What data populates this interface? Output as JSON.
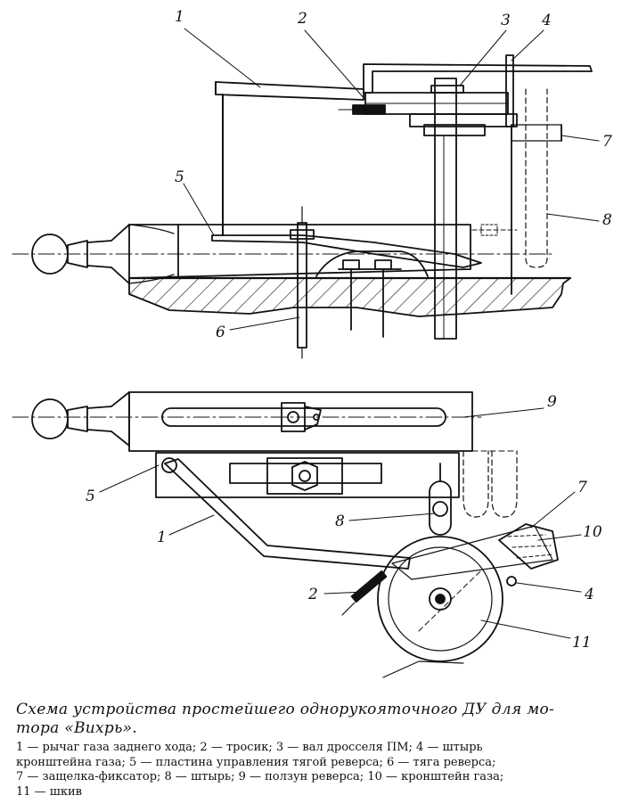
{
  "figure": {
    "top_labels": [
      "1",
      "2",
      "3",
      "4",
      "5",
      "6",
      "7",
      "8"
    ],
    "bottom_labels": [
      "9",
      "5",
      "1",
      "8",
      "7",
      "10",
      "2",
      "4",
      "11"
    ]
  },
  "caption": {
    "title_line1": "Схема устройства простейшего однорукояточного ДУ для мо-",
    "title_line2": "тора «Вихрь».",
    "legend_lines": [
      "1 — рычаг газа заднего хода; 2 — тросик; 3 — вал дросселя ПМ; 4 — штырь",
      "кронштейна газа; 5 — пластина управления тягой реверса; 6 — тяга реверса;",
      "7 — защелка-фиксатор; 8 — штырь; 9 — ползун реверса; 10 — кронштейн газа;",
      "11 — шкив"
    ]
  }
}
